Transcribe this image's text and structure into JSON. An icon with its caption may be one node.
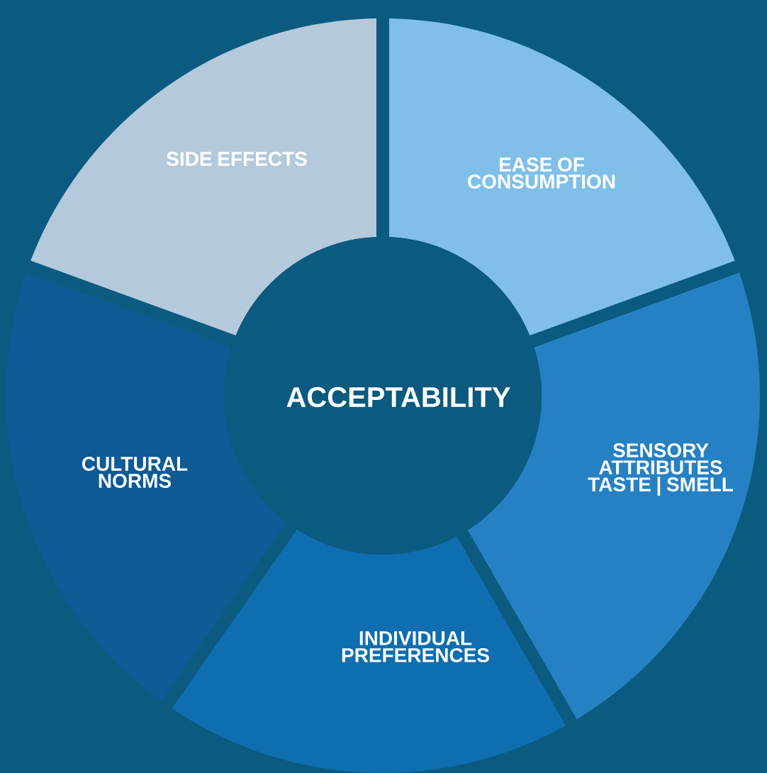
{
  "diagram": {
    "nodes": [
      {
        "text": [
          "SIDE EFFECTS"
        ]
      },
      {
        "text": [
          "EASE OF CONSUMPTION"
        ]
      },
      {
        "text": [
          "ACCEPTABILITY"
        ]
      },
      {
        "text": [
          "CULTURAL NORMS"
        ]
      },
      {
        "text": [
          "SENSORY ATTRIBUTES TASTE | SMELL"
        ]
      },
      {
        "text": [
          "INDIVIDUAL PREFERENCES"
        ]
      }
    ]
  }
}
